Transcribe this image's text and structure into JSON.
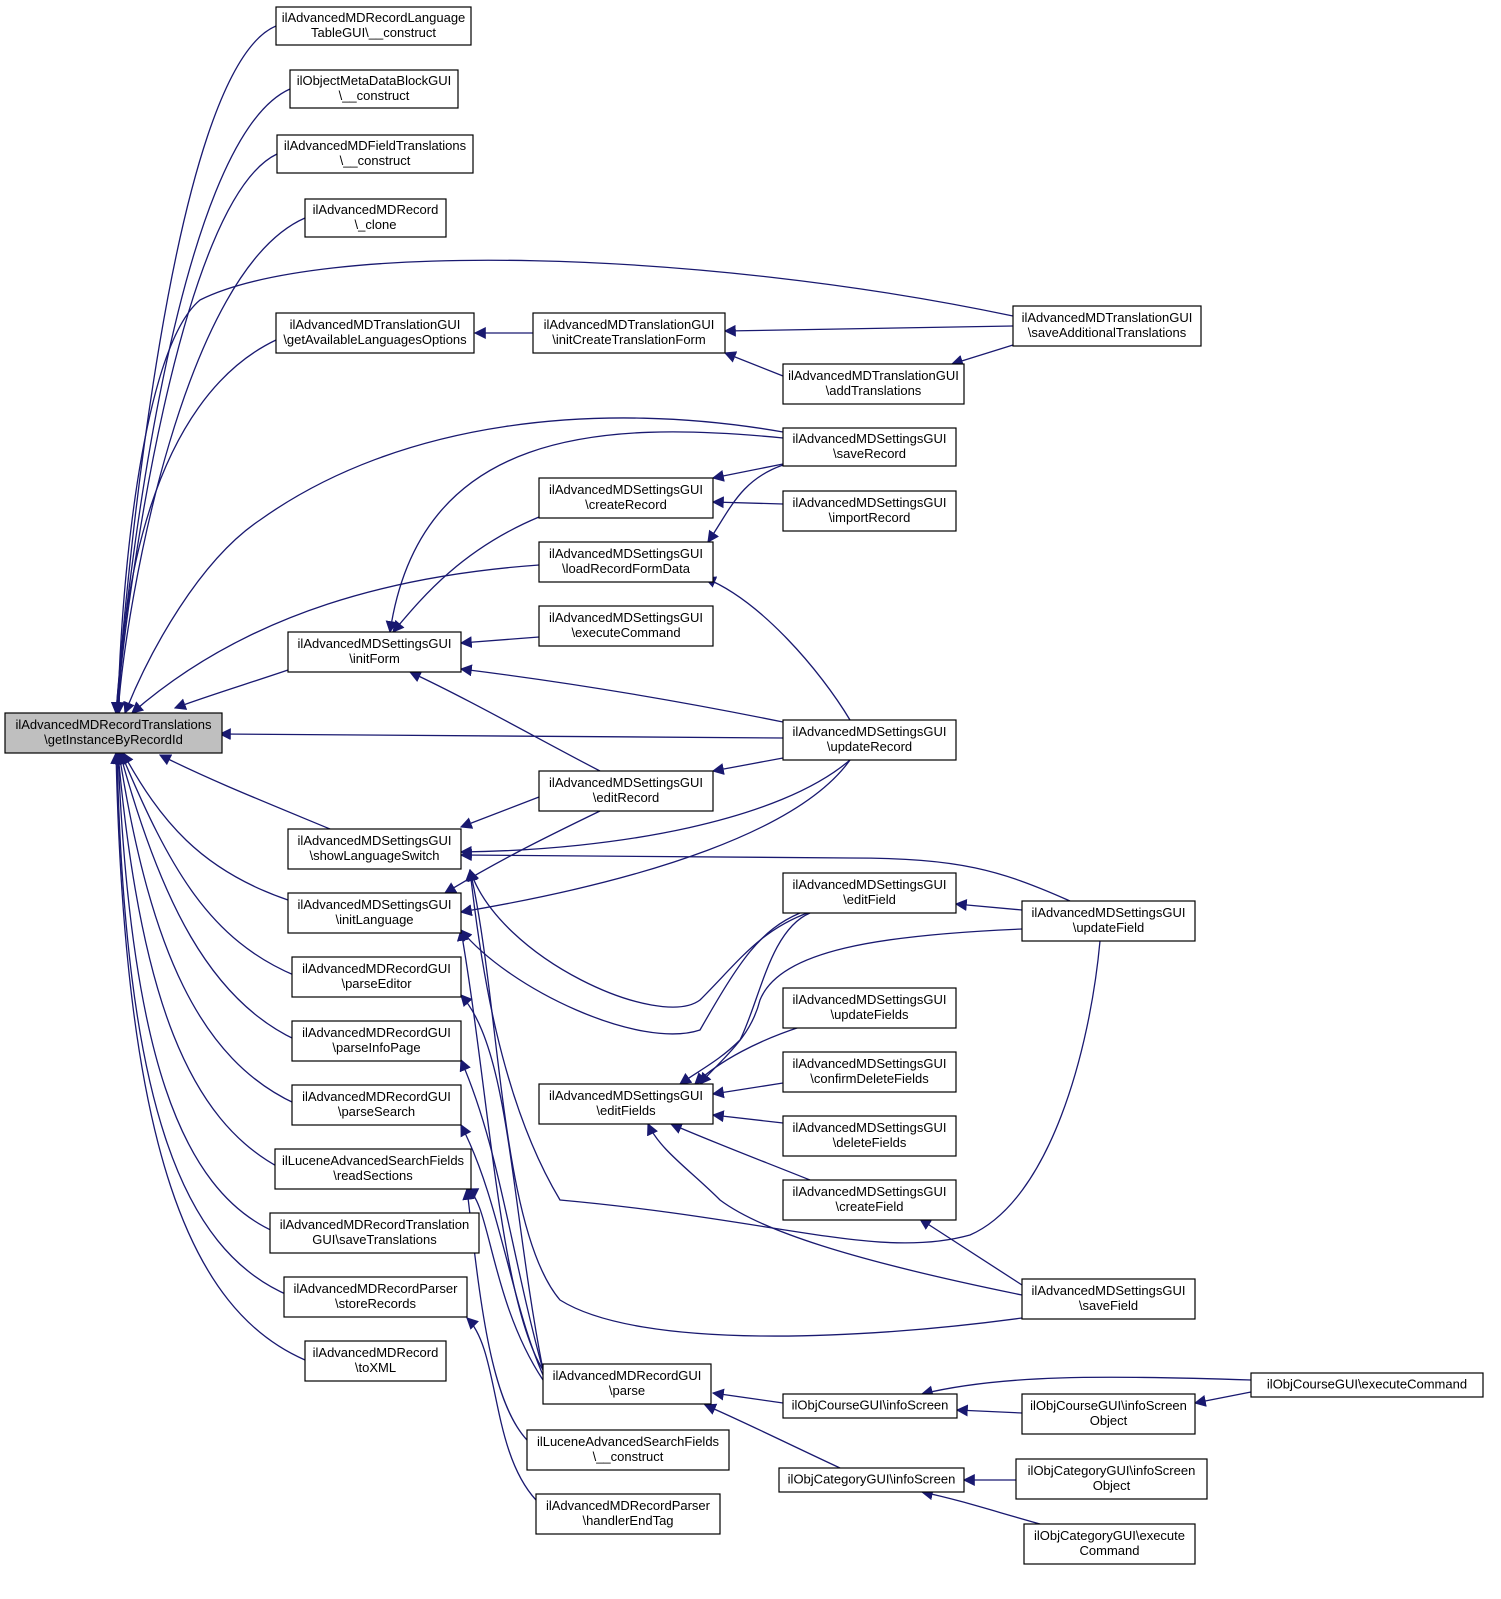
{
  "colors": {
    "edge": "#191970",
    "node_border": "#000000",
    "root_fill": "#bfbfbf",
    "node_fill": "#ffffff"
  },
  "nodes": [
    {
      "id": "root",
      "lines": [
        "ilAdvancedMDRecordTranslations",
        "\\getInstanceByRecordId"
      ]
    },
    {
      "id": "n1",
      "lines": [
        "ilAdvancedMDRecordLanguage",
        "TableGUI\\__construct"
      ]
    },
    {
      "id": "n2",
      "lines": [
        "ilObjectMetaDataBlockGUI",
        "\\__construct"
      ]
    },
    {
      "id": "n3",
      "lines": [
        "ilAdvancedMDFieldTranslations",
        "\\__construct"
      ]
    },
    {
      "id": "n4",
      "lines": [
        "ilAdvancedMDRecord",
        "\\_clone"
      ]
    },
    {
      "id": "n5",
      "lines": [
        "ilAdvancedMDTranslationGUI",
        "\\getAvailableLanguagesOptions"
      ]
    },
    {
      "id": "n6",
      "lines": [
        "ilAdvancedMDTranslationGUI",
        "\\initCreateTranslationForm"
      ]
    },
    {
      "id": "n7",
      "lines": [
        "ilAdvancedMDTranslationGUI",
        "\\saveAdditionalTranslations"
      ]
    },
    {
      "id": "n8",
      "lines": [
        "ilAdvancedMDTranslationGUI",
        "\\addTranslations"
      ]
    },
    {
      "id": "n9",
      "lines": [
        "ilAdvancedMDSettingsGUI",
        "\\saveRecord"
      ]
    },
    {
      "id": "n10",
      "lines": [
        "ilAdvancedMDSettingsGUI",
        "\\createRecord"
      ]
    },
    {
      "id": "n11",
      "lines": [
        "ilAdvancedMDSettingsGUI",
        "\\importRecord"
      ]
    },
    {
      "id": "n12",
      "lines": [
        "ilAdvancedMDSettingsGUI",
        "\\loadRecordFormData"
      ]
    },
    {
      "id": "n13",
      "lines": [
        "ilAdvancedMDSettingsGUI",
        "\\initForm"
      ]
    },
    {
      "id": "n14",
      "lines": [
        "ilAdvancedMDSettingsGUI",
        "\\executeCommand"
      ]
    },
    {
      "id": "n15",
      "lines": [
        "ilAdvancedMDSettingsGUI",
        "\\updateRecord"
      ]
    },
    {
      "id": "n16",
      "lines": [
        "ilAdvancedMDSettingsGUI",
        "\\editRecord"
      ]
    },
    {
      "id": "n17",
      "lines": [
        "ilAdvancedMDSettingsGUI",
        "\\showLanguageSwitch"
      ]
    },
    {
      "id": "n18",
      "lines": [
        "ilAdvancedMDSettingsGUI",
        "\\initLanguage"
      ]
    },
    {
      "id": "n19",
      "lines": [
        "ilAdvancedMDSettingsGUI",
        "\\editField"
      ]
    },
    {
      "id": "n20",
      "lines": [
        "ilAdvancedMDSettingsGUI",
        "\\updateField"
      ]
    },
    {
      "id": "n21",
      "lines": [
        "ilAdvancedMDRecordGUI",
        "\\parseEditor"
      ]
    },
    {
      "id": "n22",
      "lines": [
        "ilAdvancedMDSettingsGUI",
        "\\updateFields"
      ]
    },
    {
      "id": "n23",
      "lines": [
        "ilAdvancedMDRecordGUI",
        "\\parseInfoPage"
      ]
    },
    {
      "id": "n24",
      "lines": [
        "ilAdvancedMDSettingsGUI",
        "\\confirmDeleteFields"
      ]
    },
    {
      "id": "n25",
      "lines": [
        "ilAdvancedMDRecordGUI",
        "\\parseSearch"
      ]
    },
    {
      "id": "n26",
      "lines": [
        "ilAdvancedMDSettingsGUI",
        "\\editFields"
      ]
    },
    {
      "id": "n27",
      "lines": [
        "ilAdvancedMDSettingsGUI",
        "\\deleteFields"
      ]
    },
    {
      "id": "n28",
      "lines": [
        "ilLuceneAdvancedSearchFields",
        "\\readSections"
      ]
    },
    {
      "id": "n29",
      "lines": [
        "ilAdvancedMDSettingsGUI",
        "\\createField"
      ]
    },
    {
      "id": "n30",
      "lines": [
        "ilAdvancedMDRecordTranslation",
        "GUI\\saveTranslations"
      ]
    },
    {
      "id": "n31",
      "lines": [
        "ilAdvancedMDSettingsGUI",
        "\\saveField"
      ]
    },
    {
      "id": "n32",
      "lines": [
        "ilAdvancedMDRecordParser",
        "\\storeRecords"
      ]
    },
    {
      "id": "n33",
      "lines": [
        "ilAdvancedMDRecord",
        "\\toXML"
      ]
    },
    {
      "id": "n34",
      "lines": [
        "ilAdvancedMDRecordGUI",
        "\\parse"
      ]
    },
    {
      "id": "n35",
      "lines": [
        "ilObjCourseGUI\\executeCommand"
      ]
    },
    {
      "id": "n36",
      "lines": [
        "ilObjCourseGUI\\infoScreen"
      ]
    },
    {
      "id": "n37",
      "lines": [
        "ilObjCourseGUI\\infoScreen",
        "Object"
      ]
    },
    {
      "id": "n38",
      "lines": [
        "ilLuceneAdvancedSearchFields",
        "\\__construct"
      ]
    },
    {
      "id": "n39",
      "lines": [
        "ilObjCategoryGUI\\infoScreen"
      ]
    },
    {
      "id": "n40",
      "lines": [
        "ilObjCategoryGUI\\infoScreen",
        "Object"
      ]
    },
    {
      "id": "n41",
      "lines": [
        "ilAdvancedMDRecordParser",
        "\\handlerEndTag"
      ]
    },
    {
      "id": "n42",
      "lines": [
        "ilObjCategoryGUI\\execute",
        "Command"
      ]
    }
  ]
}
